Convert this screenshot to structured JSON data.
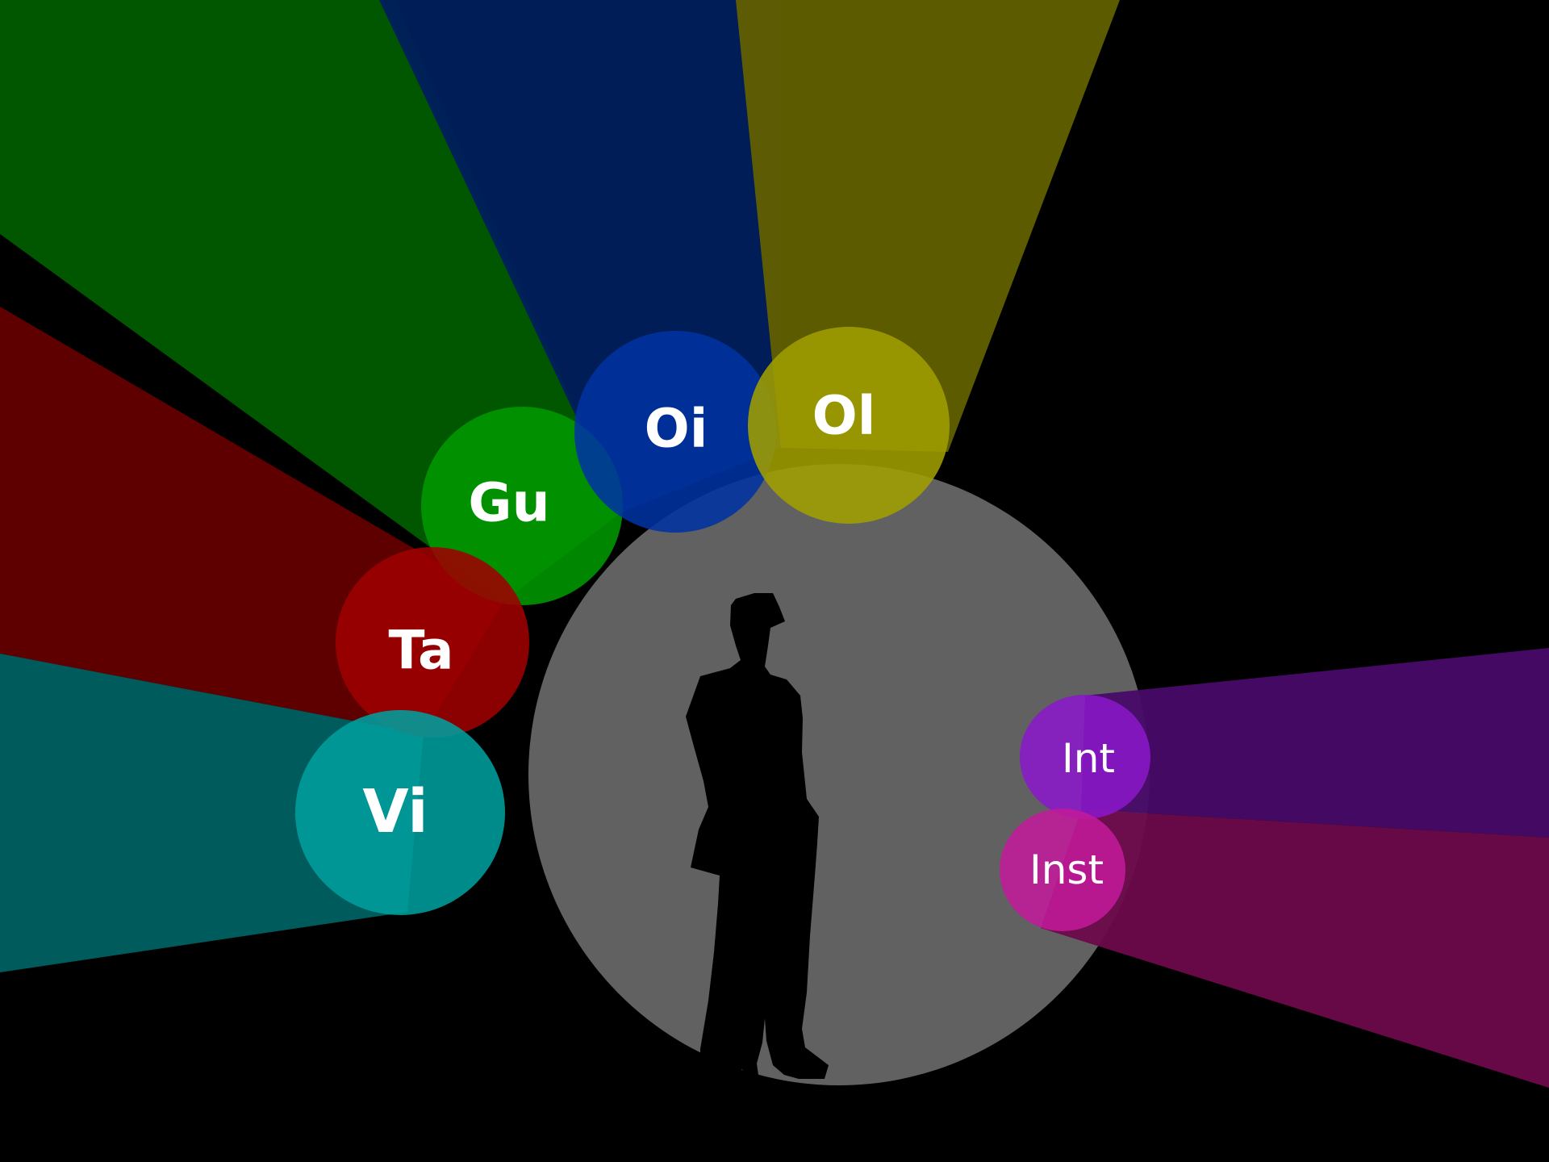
{
  "colors": {
    "background": "#000000",
    "center_disc": "#616161",
    "figure": "#000000",
    "label_text": "#ffffff"
  },
  "figure": {
    "icon": "person-silhouette-icon"
  },
  "nodes": [
    {
      "key": "gu",
      "label": "Gu",
      "color": "#009900",
      "beam_color": "#005c00"
    },
    {
      "key": "oi",
      "label": "Oi",
      "color": "#0033a0",
      "beam_color": "#001f5c"
    },
    {
      "key": "ol",
      "label": "Ol",
      "color": "#a09e00",
      "beam_color": "#626000"
    },
    {
      "key": "ta",
      "label": "Ta",
      "color": "#9e0000",
      "beam_color": "#640000"
    },
    {
      "key": "vi",
      "label": "Vi",
      "color": "#009e9e",
      "beam_color": "#006161"
    },
    {
      "key": "int",
      "label": "Int",
      "color": "#8a18c8",
      "beam_color": "#470a68"
    },
    {
      "key": "inst",
      "label": "Inst",
      "color": "#c21a9a",
      "beam_color": "#6c0a4a"
    }
  ]
}
